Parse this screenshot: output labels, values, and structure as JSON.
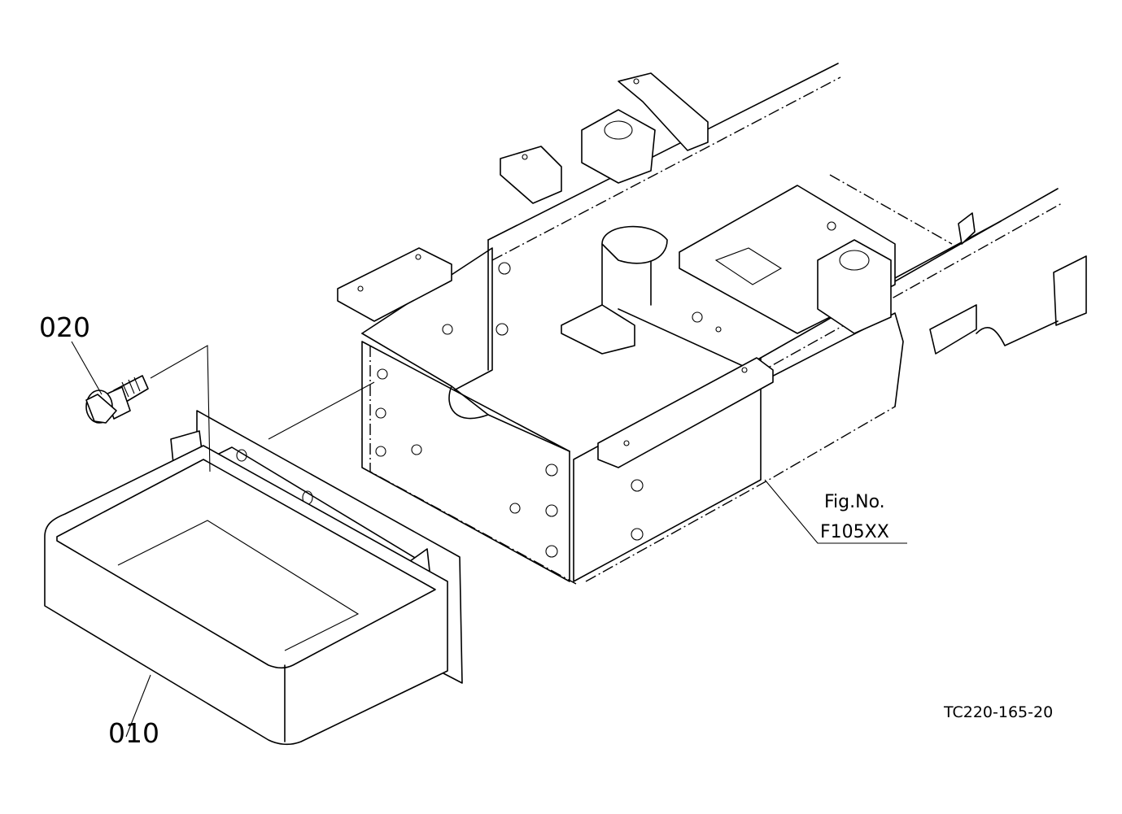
{
  "callouts": [
    {
      "id": "010",
      "label": "010"
    },
    {
      "id": "020",
      "label": "020"
    }
  ],
  "figure_ref": {
    "line1": "Fig.No.",
    "line2": "F105XX"
  },
  "drawing_number": "TC220-165-20"
}
